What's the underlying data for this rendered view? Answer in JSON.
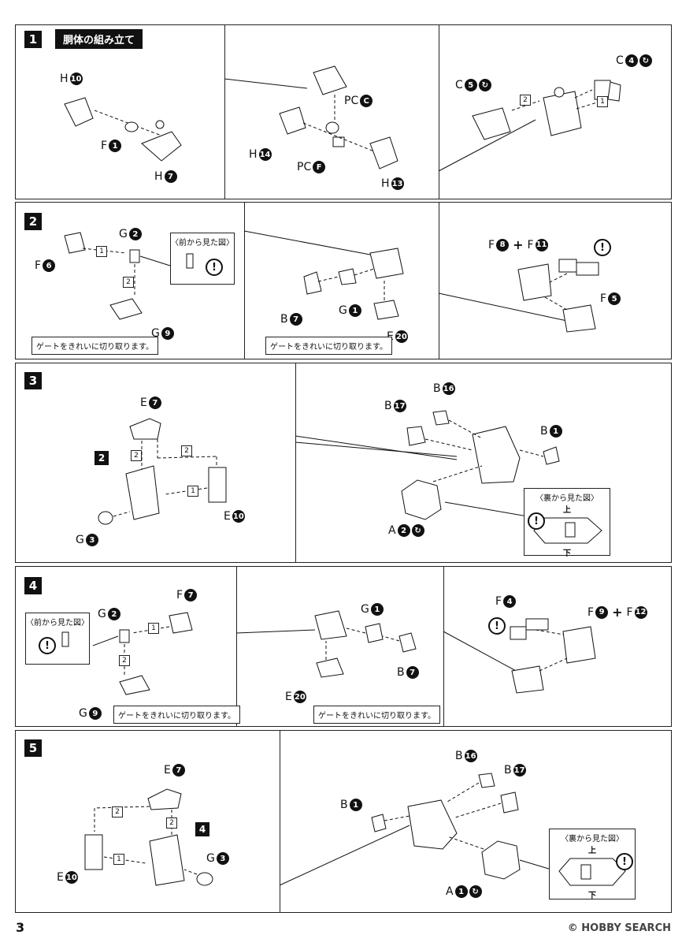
{
  "page_number": "3",
  "watermark": "© HOBBY SEARCH",
  "steps": [
    {
      "num": "1",
      "title": "胴体の組み立て",
      "labels": [
        {
          "letter": "H",
          "num": "10"
        },
        {
          "letter": "F",
          "num": "1"
        },
        {
          "letter": "H",
          "num": "7"
        },
        {
          "letter": "PC",
          "num": "C"
        },
        {
          "letter": "H",
          "num": "14"
        },
        {
          "letter": "PC",
          "num": "F"
        },
        {
          "letter": "H",
          "num": "13"
        },
        {
          "letter": "C",
          "num": "5"
        },
        {
          "letter": "C",
          "num": "4"
        }
      ],
      "order": [
        "2",
        "1"
      ]
    },
    {
      "num": "2",
      "labels": [
        {
          "letter": "G",
          "num": "2"
        },
        {
          "letter": "F",
          "num": "6"
        },
        {
          "letter": "G",
          "num": "9"
        },
        {
          "letter": "B",
          "num": "7"
        },
        {
          "letter": "G",
          "num": "1"
        },
        {
          "letter": "E",
          "num": "20"
        },
        {
          "letter": "F",
          "num": "8"
        },
        {
          "letter": "F",
          "num": "11"
        },
        {
          "letter": "F",
          "num": "5"
        }
      ],
      "view_caption": "〈前から見た図〉",
      "gate_note": "ゲートをきれいに切り取ります。",
      "order": [
        "1",
        "2"
      ]
    },
    {
      "num": "3",
      "labels": [
        {
          "letter": "E",
          "num": "7"
        },
        {
          "letter": "E",
          "num": "10"
        },
        {
          "letter": "G",
          "num": "3"
        },
        {
          "letter": "B",
          "num": "17"
        },
        {
          "letter": "B",
          "num": "16"
        },
        {
          "letter": "B",
          "num": "1"
        },
        {
          "letter": "A",
          "num": "2"
        }
      ],
      "ref_step": "2",
      "view_caption": "〈裏から見た図〉",
      "top_label": "上",
      "bottom_label": "下",
      "order": [
        "2",
        "2",
        "1"
      ]
    },
    {
      "num": "4",
      "labels": [
        {
          "letter": "F",
          "num": "7"
        },
        {
          "letter": "G",
          "num": "2"
        },
        {
          "letter": "G",
          "num": "9"
        },
        {
          "letter": "G",
          "num": "1"
        },
        {
          "letter": "B",
          "num": "7"
        },
        {
          "letter": "E",
          "num": "20"
        },
        {
          "letter": "F",
          "num": "4"
        },
        {
          "letter": "F",
          "num": "9"
        },
        {
          "letter": "F",
          "num": "12"
        }
      ],
      "view_caption": "〈前から見た図〉",
      "gate_note": "ゲートをきれいに切り取ります。",
      "order": [
        "1",
        "2"
      ]
    },
    {
      "num": "5",
      "labels": [
        {
          "letter": "E",
          "num": "7"
        },
        {
          "letter": "E",
          "num": "10"
        },
        {
          "letter": "G",
          "num": "3"
        },
        {
          "letter": "B",
          "num": "16"
        },
        {
          "letter": "B",
          "num": "17"
        },
        {
          "letter": "B",
          "num": "1"
        },
        {
          "letter": "A",
          "num": "1"
        }
      ],
      "ref_step": "4",
      "view_caption": "〈裏から見た図〉",
      "top_label": "上",
      "bottom_label": "下",
      "order": [
        "2",
        "2",
        "1"
      ]
    }
  ],
  "icons": {
    "turn": "rotate-arrow-icon",
    "caution": "exclamation-icon"
  }
}
